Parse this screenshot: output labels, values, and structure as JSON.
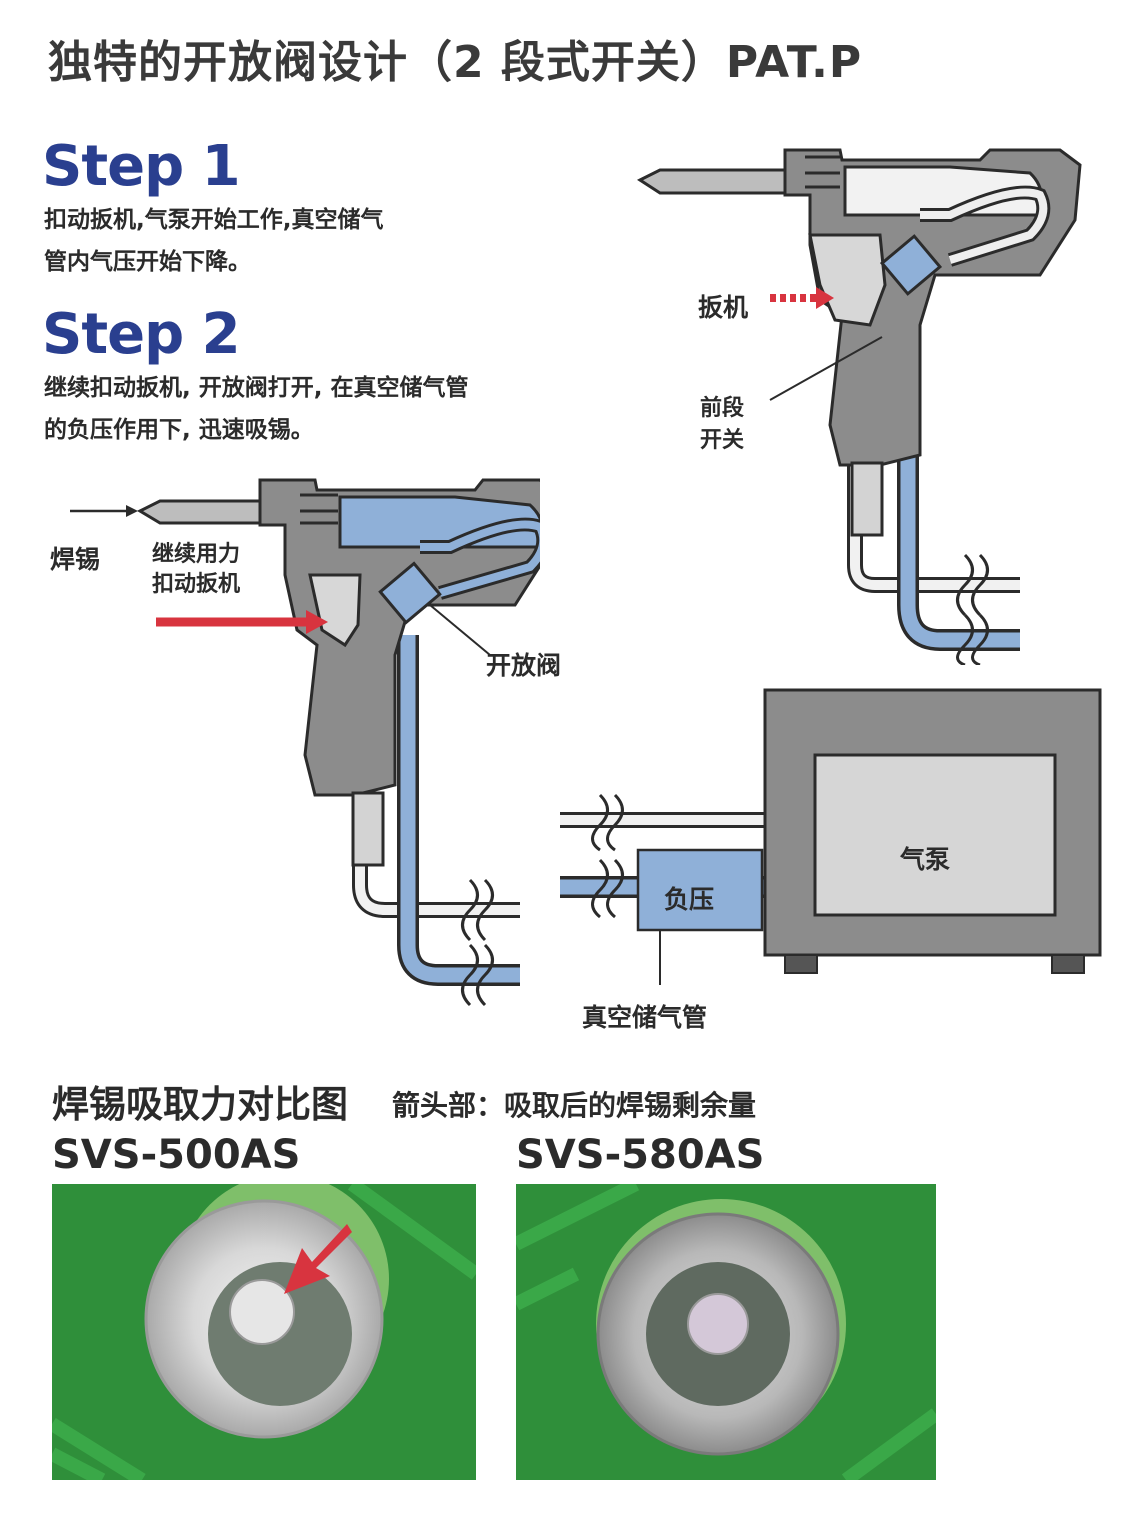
{
  "title": "独特的开放阀设计（2 段式开关）PAT.P",
  "step1": {
    "heading": "Step 1",
    "line1": "扣动扳机,气泵开始工作,真空储气",
    "line2": "管内气压开始下降。"
  },
  "step2": {
    "heading": "Step 2",
    "line1": "继续扣动扳机, 开放阀打开, 在真空储气管",
    "line2": "的负压作用下, 迅速吸锡。"
  },
  "diagram_step1": {
    "trigger_label": "扳机",
    "front_switch_line1": "前段",
    "front_switch_line2": "开关"
  },
  "diagram_step2": {
    "solder_label": "焊锡",
    "pull_line1": "继续用力",
    "pull_line2": "扣动扳机",
    "valve_label": "开放阀"
  },
  "system": {
    "pump_label": "气泵",
    "negative_pressure_label": "负压",
    "vacuum_tube_label": "真空储气管"
  },
  "comparison": {
    "title": "焊锡吸取力对比图",
    "subtitle": "箭头部：吸取后的焊锡剩余量",
    "left_model": "SVS-500AS",
    "right_model": "SVS-580AS"
  },
  "colors": {
    "step_heading": "#2a3f8f",
    "gun_body": "#8c8c8c",
    "gun_outline": "#2b2b2b",
    "tube_blue": "#8fb0d8",
    "arrow_red": "#d8343f",
    "pcb_green": "#2f8f3a"
  }
}
